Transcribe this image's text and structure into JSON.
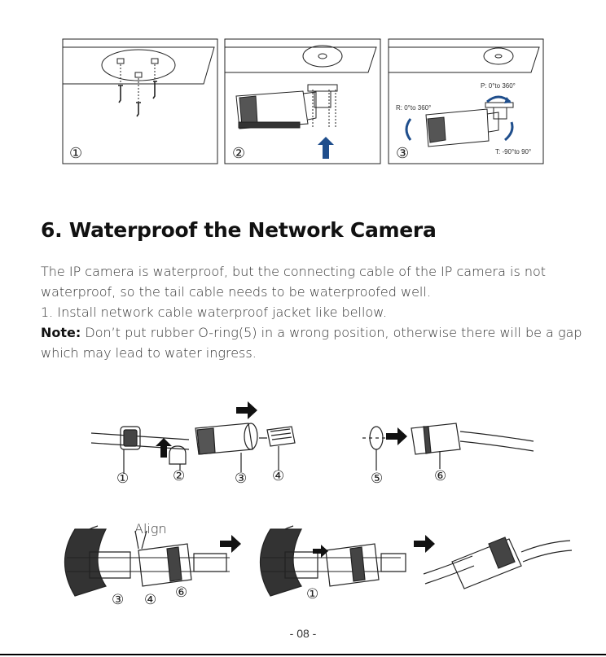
{
  "install_panels": {
    "panel1": {
      "step": "①"
    },
    "panel2": {
      "step": "②"
    },
    "panel3": {
      "step": "③",
      "pan_label": "P: 0°to 360°",
      "rotation_label": "R: 0°to 360°",
      "tilt_label": "T: -90°to 90°"
    }
  },
  "section": {
    "heading": "6. Waterproof the Network Camera",
    "line1": "The IP camera is waterproof, but the connecting cable of the IP camera is not",
    "line2": "waterproof, so the tail cable needs to be waterproofed well.",
    "line3": "1. Install network cable waterproof jacket like bellow.",
    "note_label": "Note:",
    "note_text": " Don’t put rubber O-ring(5) in a wrong position, otherwise there will be a gap",
    "line5": "which may lead to water ingress."
  },
  "jacket_top": {
    "n1": "①",
    "n2": "②",
    "n3": "③",
    "n4": "④",
    "n5": "⑤",
    "n6": "⑥"
  },
  "jacket_bottom": {
    "align_label": "Align",
    "n3": "③",
    "n4": "④",
    "n6": "⑥",
    "n1": "①"
  },
  "footer": {
    "page_number": "- 08 -"
  },
  "colors": {
    "arrow_blue": "#1f4e8c",
    "line": "#222222"
  }
}
